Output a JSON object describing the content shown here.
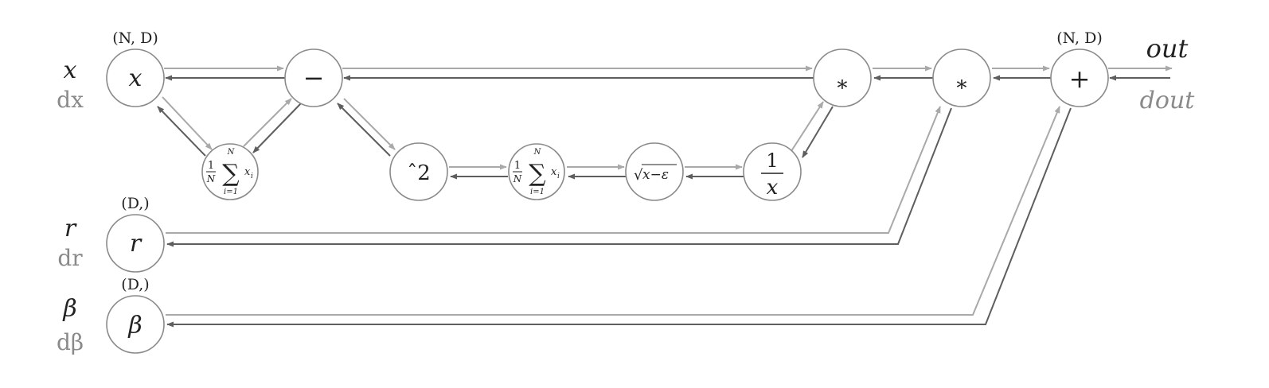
{
  "inputs": [
    {
      "id": "x",
      "forward": "x",
      "backward": "dx",
      "shape": "(N, D)"
    },
    {
      "id": "r",
      "forward": "r",
      "backward": "dr",
      "shape": "(D,)"
    },
    {
      "id": "beta",
      "forward": "β",
      "backward": "dβ",
      "shape": "(D,)"
    }
  ],
  "output": {
    "forward": "out",
    "backward": "dout",
    "shape": "(N, D)"
  },
  "nodes": {
    "x": "x",
    "sub": "−",
    "mean1": {
      "frac_num": "1",
      "frac_den": "N",
      "sum": "∑",
      "upper": "N",
      "lower": "i=1",
      "term": "x",
      "sub": "i"
    },
    "square": "ˆ2",
    "mean2": {
      "frac_num": "1",
      "frac_den": "N",
      "sum": "∑",
      "upper": "N",
      "lower": "i=1",
      "term": "x",
      "sub": "i"
    },
    "sqrt": {
      "radical": "√",
      "expr": "x−ε"
    },
    "recip": {
      "num": "1",
      "den": "x"
    },
    "mul1": "∗",
    "mul2": "∗",
    "add": "+",
    "r": "r",
    "beta": "β"
  },
  "colors": {
    "forward": "#a9a9a9",
    "backward": "#5e5e5e",
    "node_stroke": "#8a8a8a"
  }
}
